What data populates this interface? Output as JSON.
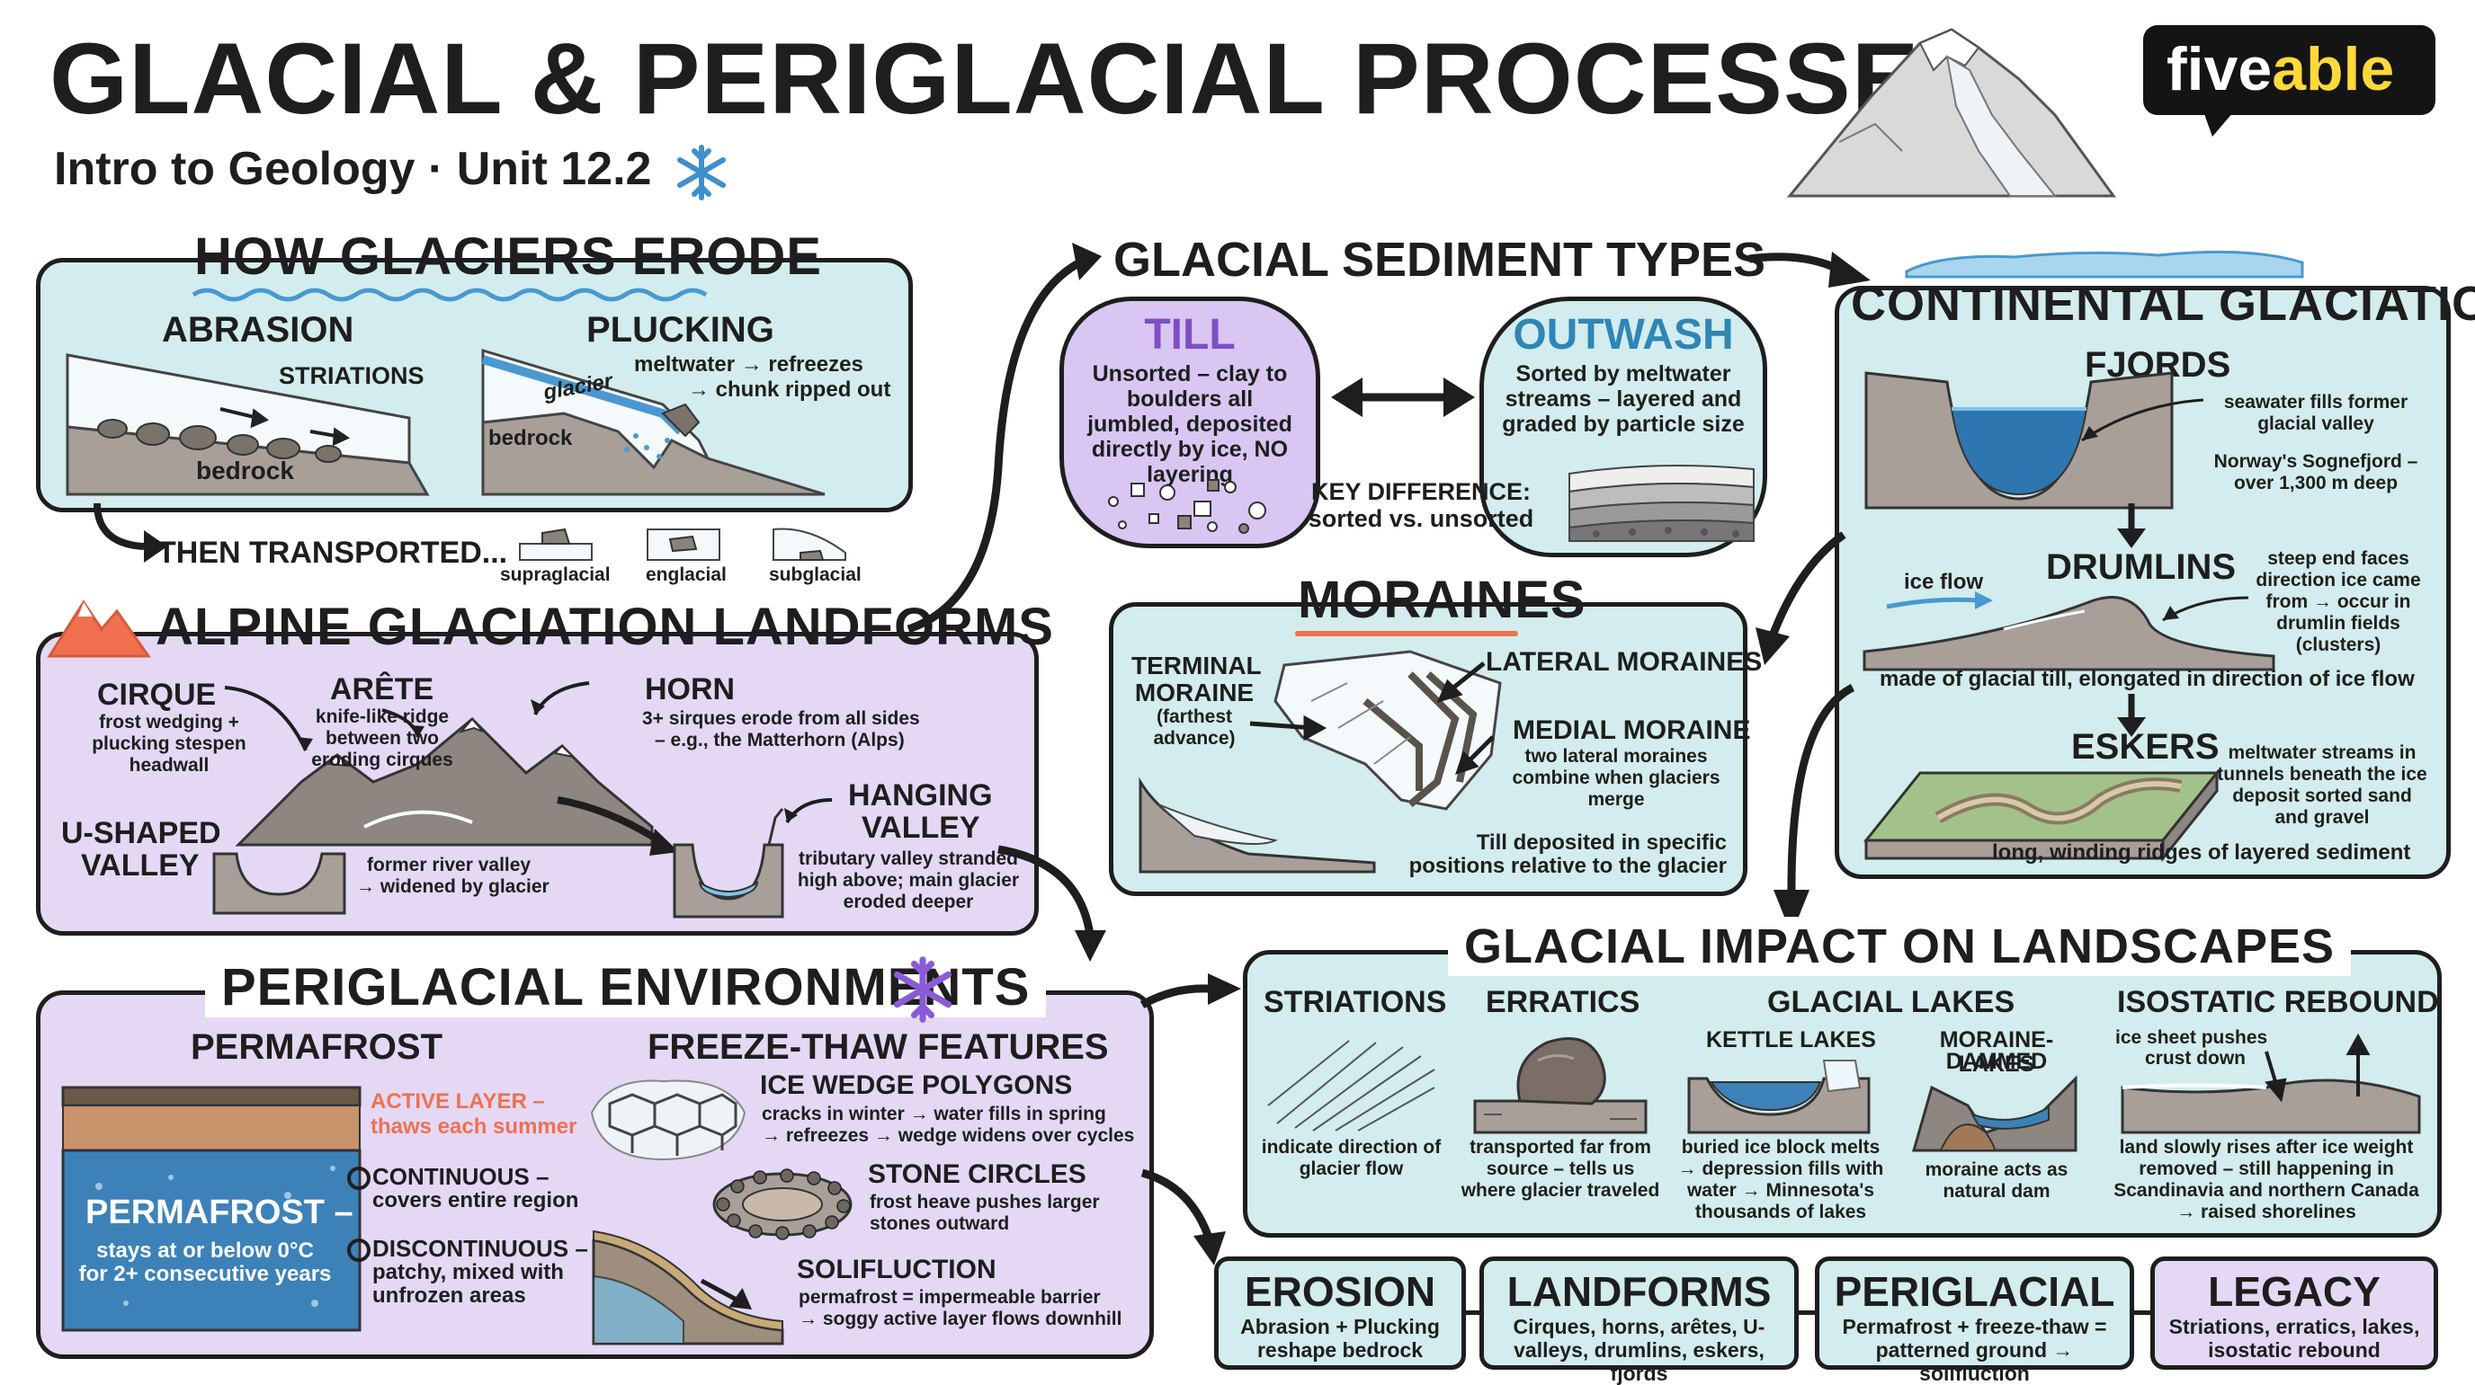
{
  "header": {
    "title": "GLACIAL & PERIGLACIAL PROCESSES",
    "subtitle": "Intro to Geology · Unit 12.2",
    "logo_text_a": "five",
    "logo_text_b": "able"
  },
  "erode": {
    "title": "HOW GLACIERS ERODE",
    "abrasion": "ABRASION",
    "striations": "STRIATIONS",
    "bedrock": "bedrock",
    "plucking": "PLUCKING",
    "plucking_note_1": "meltwater → refreezes",
    "plucking_note_2": "→ chunk ripped out",
    "glacier": "glacier",
    "bedrock2": "bedrock",
    "transported": "THEN TRANSPORTED...",
    "supraglacial": "supraglacial",
    "englacial": "englacial",
    "subglacial": "subglacial"
  },
  "alpine": {
    "title": "ALPINE GLACIATION LANDFORMS",
    "cirque": "CIRQUE",
    "cirque_note": "frost wedging + plucking stespen headwall",
    "arete": "ARÊTE",
    "arete_note": "knife-like ridge between two eroding cirques",
    "horn": "HORN",
    "horn_note_1": "3+ sirques erode from all sides",
    "horn_note_2": "– e.g., the Matterhorn (Alps)",
    "u_valley_1": "U-SHAPED",
    "u_valley_2": "VALLEY",
    "u_note_1": "former river valley",
    "u_note_2": "→ widened by glacier",
    "hanging_1": "HANGING",
    "hanging_2": "VALLEY",
    "hanging_note": "tributary valley stranded high above; main glacier eroded deeper"
  },
  "peri": {
    "title": "PERIGLACIAL ENVIRONMENTS",
    "permafrost": "PERMAFROST",
    "active_1": "ACTIVE LAYER –",
    "active_2": "thaws each summer",
    "perma_label": "PERMAFROST –",
    "perma_note_1": "stays at or below 0°C",
    "perma_note_2": "for 2+ consecutive years",
    "continuous": "CONTINUOUS –",
    "continuous_note": "covers entire region",
    "discontinuous": "DISCONTINUOUS –",
    "discontinuous_note_1": "patchy, mixed with",
    "discontinuous_note_2": "unfrozen areas",
    "freeze_thaw": "FREEZE-THAW FEATURES",
    "ice_wedge": "ICE WEDGE POLYGONS",
    "ice_wedge_note_1": "cracks in winter → water fills in spring",
    "ice_wedge_note_2": "→ refreezes → wedge widens over cycles",
    "stone": "STONE CIRCLES",
    "stone_note_1": "frost heave pushes larger",
    "stone_note_2": "stones outward",
    "solifluction": "SOLIFLUCTION",
    "soli_note_1": "permafrost = impermeable barrier",
    "soli_note_2": "→ soggy active layer flows downhill"
  },
  "sediment": {
    "title": "GLACIAL SEDIMENT TYPES",
    "till": "TILL",
    "till_note": "Unsorted – clay to boulders all jumbled, deposited directly by ice, NO layering",
    "outwash": "OUTWASH",
    "outwash_note": "Sorted by meltwater streams – layered and graded by particle size",
    "key_1": "KEY DIFFERENCE:",
    "key_2": "sorted vs. unsorted"
  },
  "moraines": {
    "title": "MORAINES",
    "terminal_1": "TERMINAL",
    "terminal_2": "MORAINE",
    "terminal_3": "(farthest",
    "terminal_4": "advance)",
    "lateral": "LATERAL MORAINES",
    "medial": "MEDIAL MORAINE",
    "medial_note": "two lateral moraines combine when glaciers merge",
    "till_note_1": "Till deposited in specific",
    "till_note_2": "positions relative to the glacier"
  },
  "continental": {
    "title": "CONTINENTAL GLACIATION",
    "fjords": "FJORDS",
    "fjord_note_1": "seawater fills former",
    "fjord_note_2": "glacial valley",
    "fjord_note_3": "Norway's Sognefjord –",
    "fjord_note_4": "over 1,300 m deep",
    "drumlins": "DRUMLINS",
    "ice_flow": "ice flow",
    "drumlin_note": "steep end faces direction ice came from → occur in drumlin fields (clusters)",
    "drumlin_bottom": "made of glacial till, elongated in direction of ice flow",
    "eskers": "ESKERS",
    "esker_note": "meltwater streams in tunnels beneath the ice deposit sorted sand and gravel",
    "esker_bottom": "long, winding ridges of layered sediment"
  },
  "impact": {
    "title": "GLACIAL IMPACT ON LANDSCAPES",
    "striations": "STRIATIONS",
    "striations_note": "indicate direction of glacier flow",
    "erratics": "ERRATICS",
    "erratics_note": "transported far from source – tells us where glacier traveled",
    "lakes": "GLACIAL LAKES",
    "kettle": "KETTLE LAKES",
    "kettle_note": "buried ice block melts → depression fills with water → Minnesota's thousands of lakes",
    "moraine_dammed_1": "MORAINE-DAMMED",
    "moraine_dammed_2": "LAKES",
    "moraine_dammed_note": "moraine acts as natural dam",
    "isostatic": "ISOSTATIC REBOUND",
    "iso_push_1": "ice sheet pushes",
    "iso_push_2": "crust down",
    "iso_note": "land slowly rises after ice weight removed – still happening in Scandinavia and northern Canada → raised shorelines"
  },
  "summary": [
    {
      "title": "EROSION",
      "note_1": "Abrasion + Plucking",
      "note_2": "reshape bedrock"
    },
    {
      "title": "LANDFORMS",
      "note_1": "Cirques, horns, arêtes, U-",
      "note_2": "valleys, drumlins, eskers, fjords"
    },
    {
      "title": "PERIGLACIAL",
      "note_1": "Permafrost + freeze-thaw =",
      "note_2": "patterned ground → solifluction"
    },
    {
      "title": "LEGACY",
      "note_1": "Striations, erratics, lakes,",
      "note_2": "isostatic rebound"
    }
  ],
  "colors": {
    "teal": "#d3ecee",
    "lavender": "#e4d8f5",
    "till_purple": "#7e4fc4",
    "outwash_blue": "#2f86b5",
    "active_orange": "#f07050",
    "rule_orange": "#f07050",
    "wave_blue": "#4a98d0",
    "permafrost_blue": "#3c82b8"
  }
}
